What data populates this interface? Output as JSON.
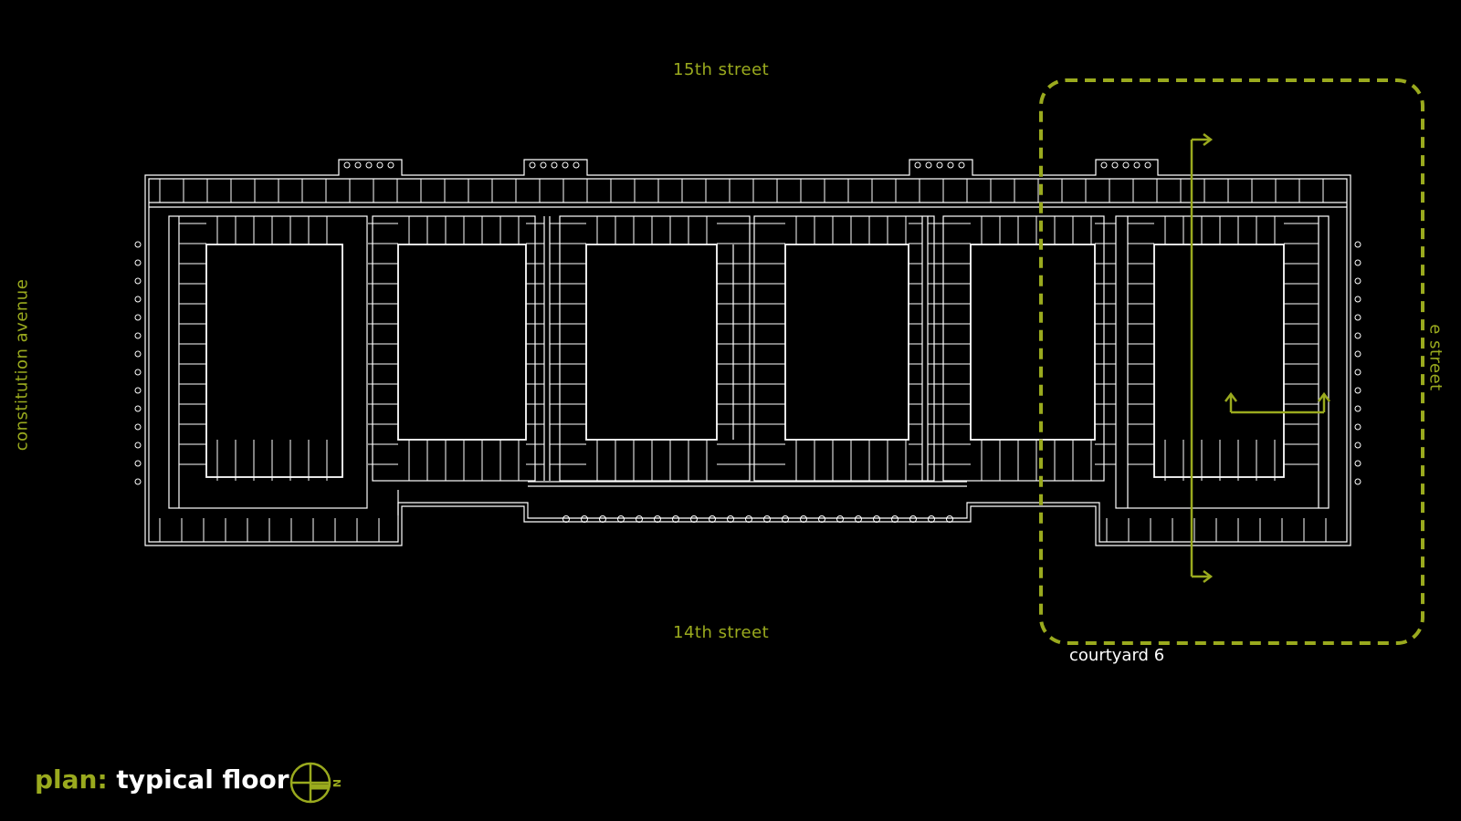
{
  "colors": {
    "accent": "#9aaa1e",
    "linework": "#ffffff",
    "background": "#000000"
  },
  "streets": {
    "top": "15th street",
    "bottom": "14th street",
    "left": "constitution avenue",
    "right": "e street"
  },
  "courtyard": {
    "label": "courtyard 6"
  },
  "title": {
    "prefix": "plan:",
    "main": "typical floor"
  },
  "north_arrow": {
    "icon": "north-arrow-icon",
    "letter": "N"
  }
}
